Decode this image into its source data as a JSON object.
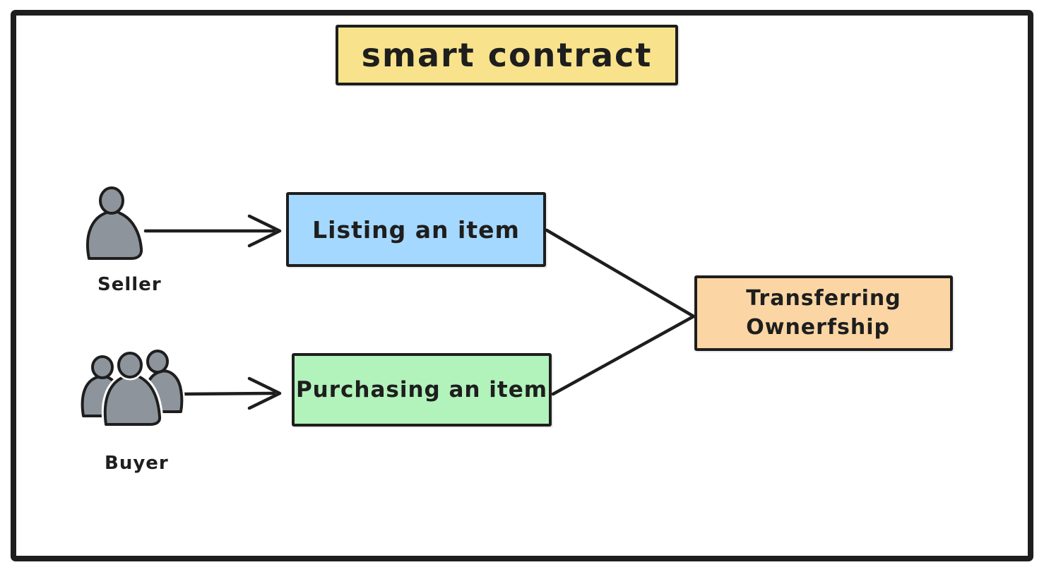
{
  "diagram": {
    "title": "smart contract",
    "nodes": {
      "listing": {
        "label": "Listing an item"
      },
      "purchasing": {
        "label": "Purchasing an item"
      },
      "transferring": {
        "lines": [
          "Transferring",
          "Ownerfship"
        ]
      }
    },
    "actors": {
      "seller": {
        "label": "Seller",
        "icon": "person-icon"
      },
      "buyer": {
        "label": "Buyer",
        "icon": "people-group-icon"
      }
    },
    "colors": {
      "title_bg": "#f8e38c",
      "listing_bg": "#a5d8ff",
      "purchasing_bg": "#b2f2bb",
      "transferring_bg": "#fbd6a4",
      "actor_fill": "#8d949c",
      "stroke": "#1e1e1e"
    }
  }
}
